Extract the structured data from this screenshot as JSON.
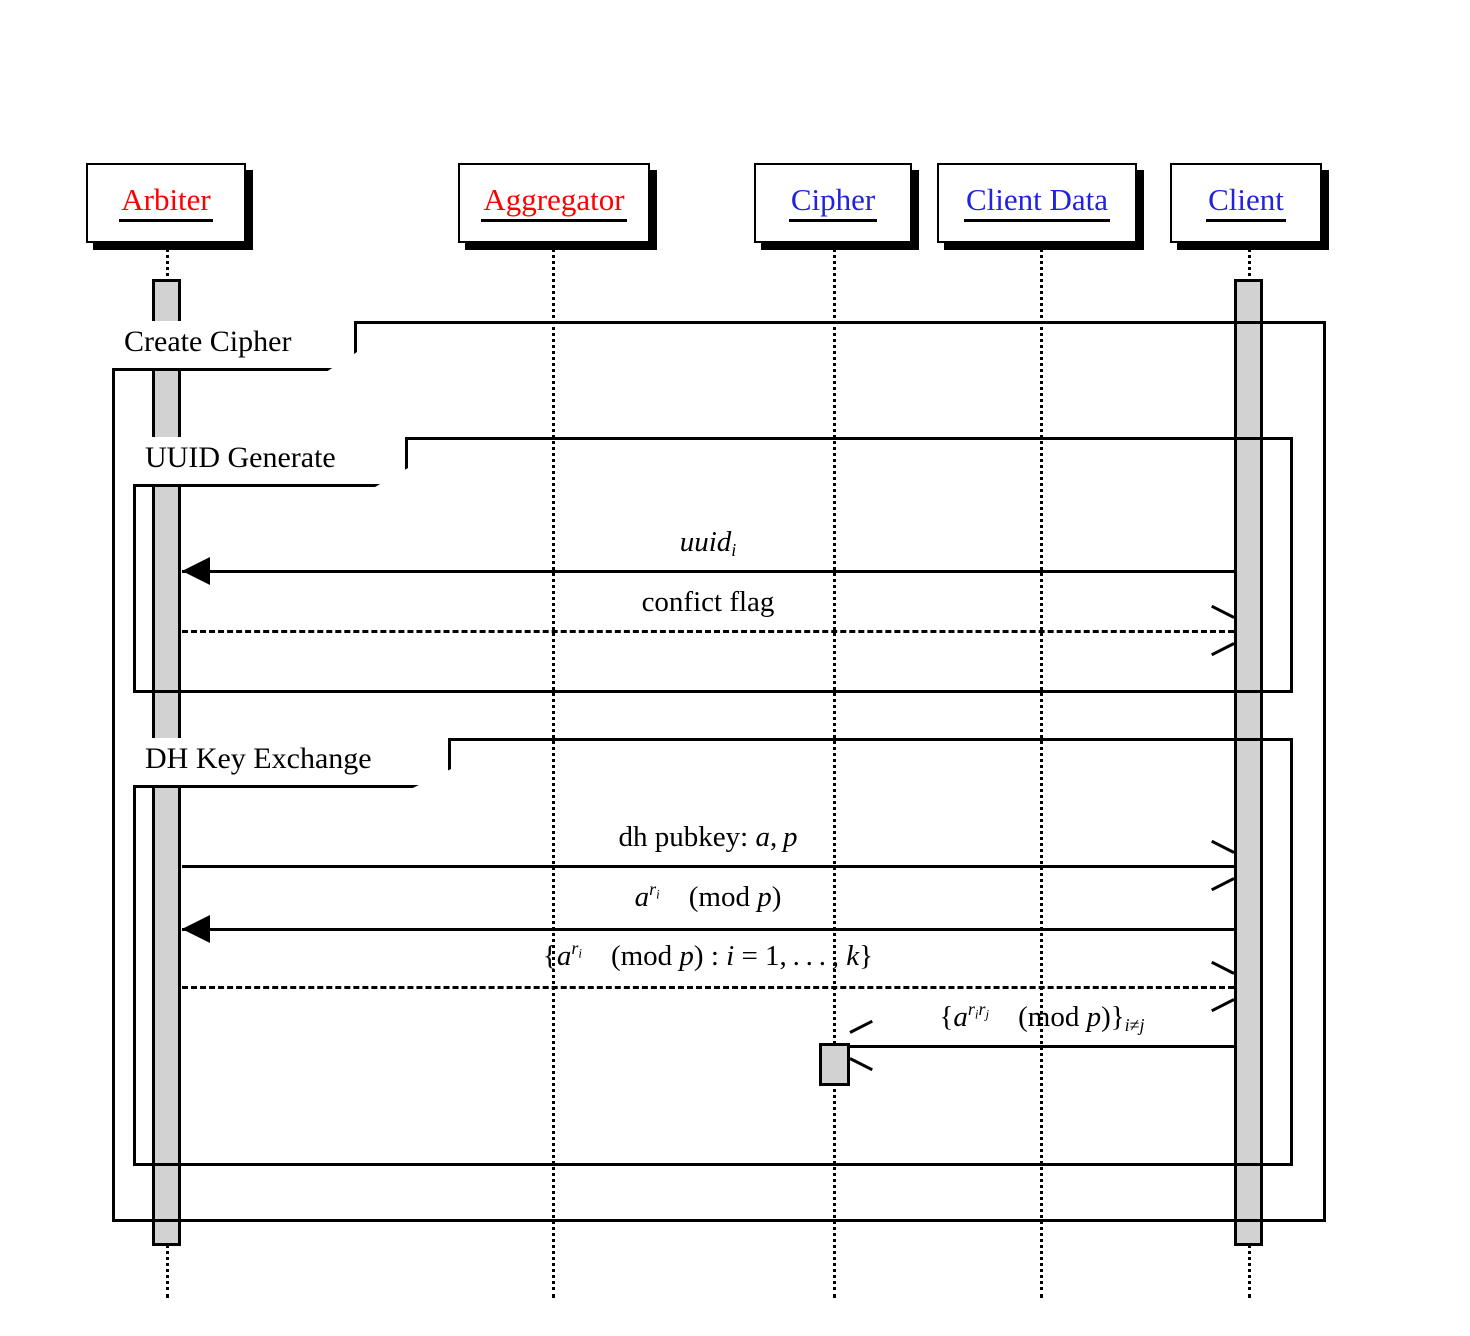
{
  "diagram": {
    "title": "Create Cipher sequence diagram",
    "colors": {
      "actor_red": "#ff0000",
      "actor_blue": "#2222dd",
      "activation_fill": "#d2d2d2",
      "line": "#000000",
      "background": "#ffffff"
    }
  },
  "actors": [
    {
      "name": "arbiter",
      "label": "Arbiter",
      "color": "red"
    },
    {
      "name": "aggregator",
      "label": "Aggregator",
      "color": "red"
    },
    {
      "name": "cipher",
      "label": "Cipher",
      "color": "blue"
    },
    {
      "name": "client-data",
      "label": "Client Data",
      "color": "blue"
    },
    {
      "name": "client",
      "label": "Client",
      "color": "blue"
    }
  ],
  "fragments": [
    {
      "name": "create-cipher",
      "label": "Create Cipher"
    },
    {
      "name": "uuid-generate",
      "label": "UUID Generate"
    },
    {
      "name": "dh-key-exchange",
      "label": "DH Key Exchange"
    }
  ],
  "messages": [
    {
      "name": "uuid-i",
      "plain": "uuid_i",
      "from": "Client",
      "to": "Arbiter",
      "direction": "left",
      "style": "solid",
      "arrowhead": "filled"
    },
    {
      "name": "confict-flag",
      "plain": "confict flag",
      "from": "Arbiter",
      "to": "Client",
      "direction": "right",
      "style": "dashed",
      "arrowhead": "open"
    },
    {
      "name": "dh-pubkey",
      "plain": "dh pubkey: a, p",
      "from": "Arbiter",
      "to": "Client",
      "direction": "right",
      "style": "solid",
      "arrowhead": "open"
    },
    {
      "name": "a-ri-mod-p",
      "plain": "a^{r_i} (mod p)",
      "from": "Client",
      "to": "Arbiter",
      "direction": "left",
      "style": "solid",
      "arrowhead": "filled"
    },
    {
      "name": "a-ri-mod-p-set",
      "plain": "{a^{r_i} (mod p) : i = 1, ..., k}",
      "from": "Arbiter",
      "to": "Client",
      "direction": "right",
      "style": "dashed",
      "arrowhead": "open"
    },
    {
      "name": "a-rirj-mod-p-set",
      "plain": "{a^{r_i r_j} (mod p)}_{i != j}",
      "from": "Client",
      "to": "Cipher",
      "direction": "left",
      "style": "solid",
      "arrowhead": "open"
    }
  ]
}
